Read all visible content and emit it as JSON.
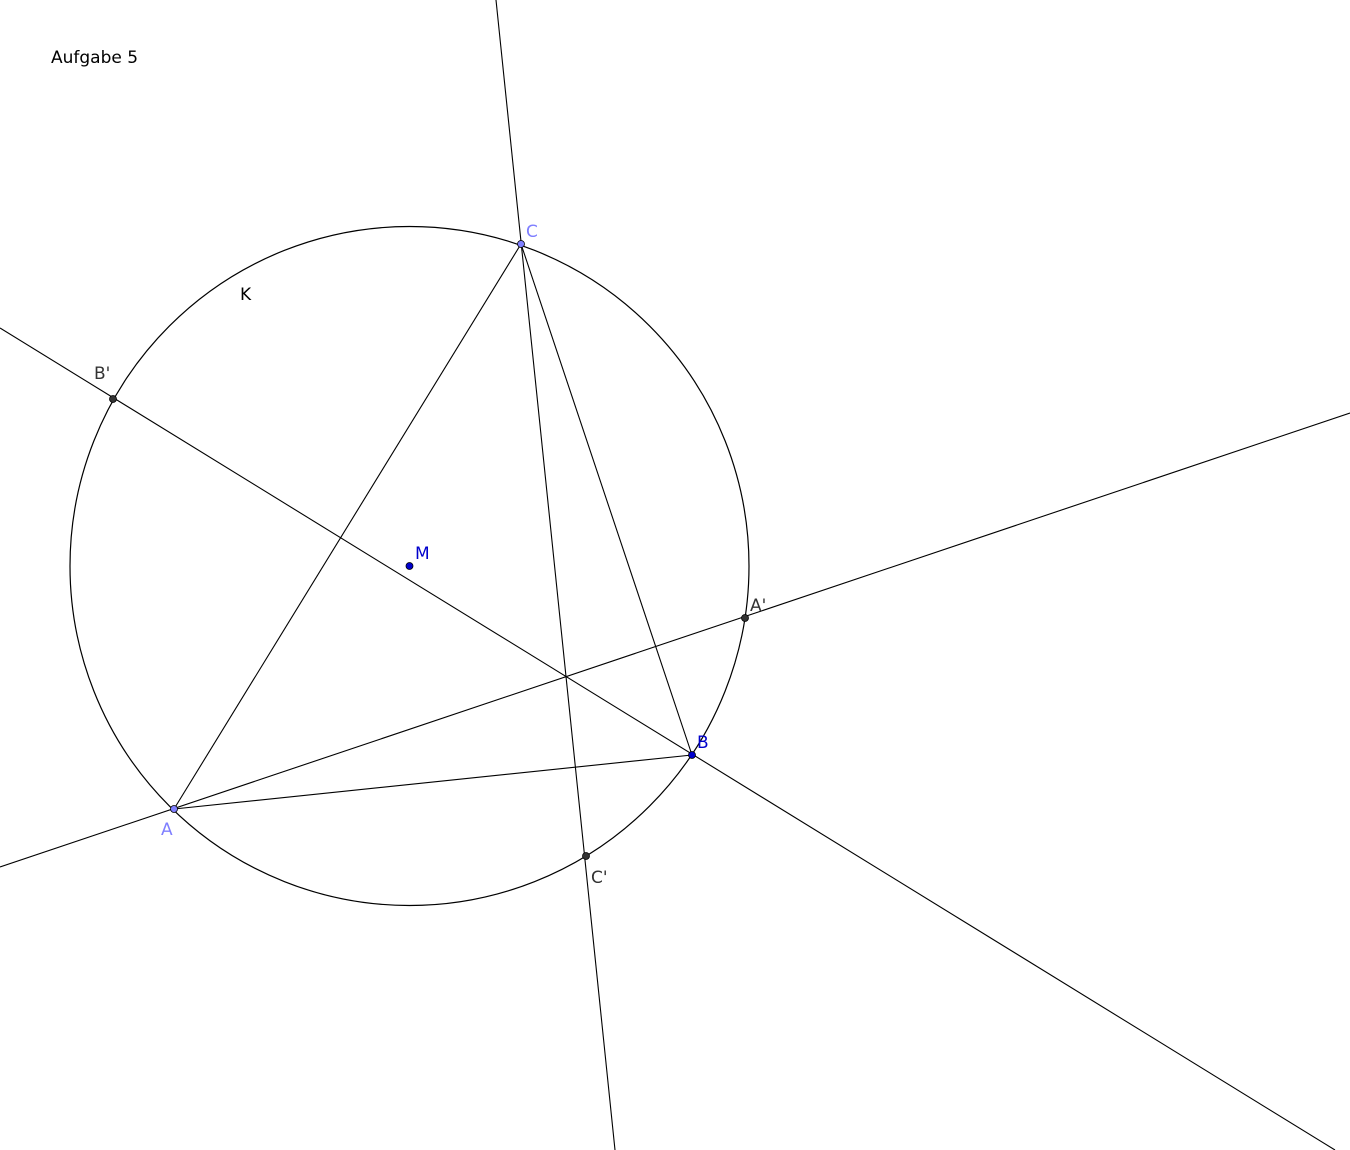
{
  "page": {
    "title": "Aufgabe 5"
  },
  "colors": {
    "line": "#000000",
    "vertex_point": "#7f7fff",
    "vertex_label": "#7f7fff",
    "center_point": "#0000cc",
    "center_label": "#0000cc",
    "image_point": "#333333",
    "image_label": "#333333",
    "circle_label": "#000000"
  },
  "labels": {
    "circle": "K",
    "A": "A",
    "B": "B",
    "C": "C",
    "M": "M",
    "A_prime": "A'",
    "B_prime": "B'",
    "C_prime": "C'"
  }
}
